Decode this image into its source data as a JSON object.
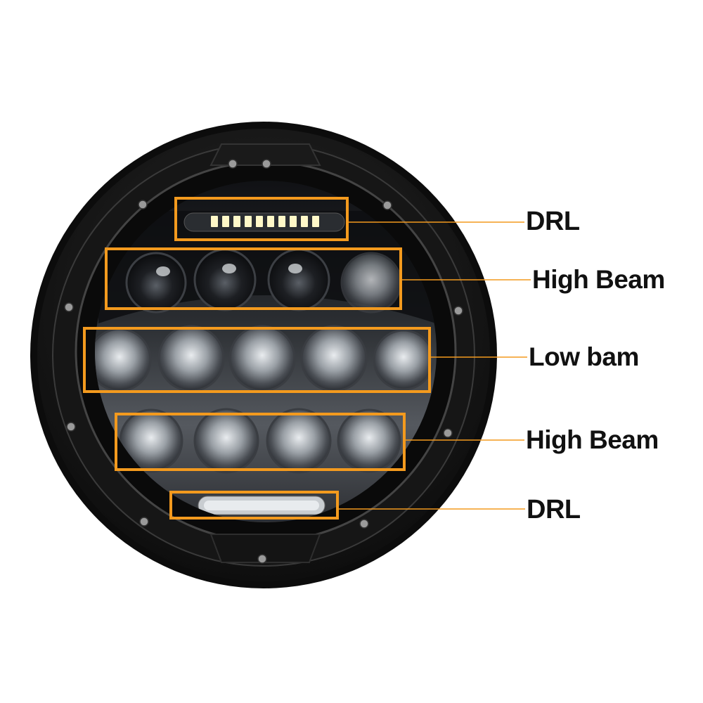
{
  "labels": {
    "drl_top": "DRL",
    "high_beam_top": "High Beam",
    "low_beam": "Low bam",
    "high_beam_bottom": "High Beam",
    "drl_bottom": "DRL"
  },
  "colors": {
    "callout_orange": "#f39a1e",
    "housing_black": "#151515",
    "label_text": "#111111"
  },
  "lens_groups": {
    "high_beam_top_count": 4,
    "low_beam_count": 5,
    "high_beam_bottom_count": 4
  }
}
